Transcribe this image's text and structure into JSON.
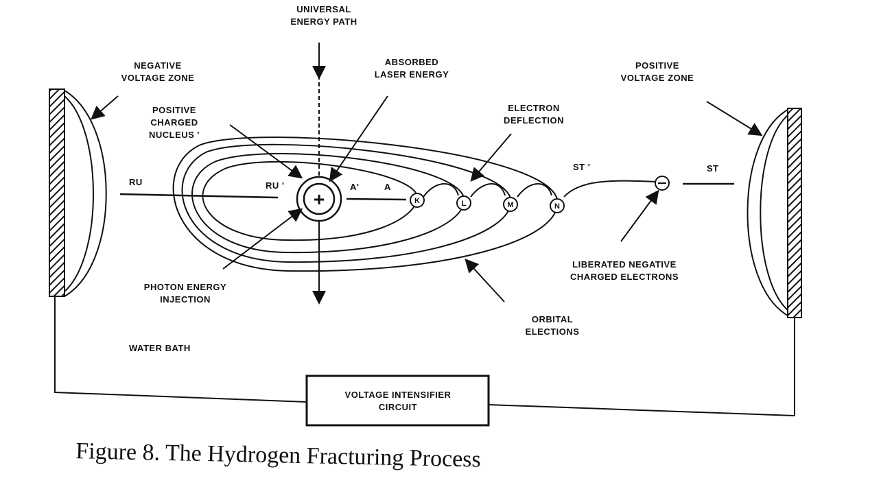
{
  "labels": {
    "universal_path": [
      "UNIVERSAL",
      "ENERGY PATH"
    ],
    "negative_zone": [
      "NEGATIVE",
      "VOLTAGE ZONE"
    ],
    "positive_zone": [
      "POSITIVE",
      "VOLTAGE ZONE"
    ],
    "absorbed_laser": [
      "ABSORBED",
      "LASER ENERGY"
    ],
    "positive_nucleus": [
      "POSITIVE",
      "CHARGED",
      "NUCLEUS '"
    ],
    "electron_deflection": [
      "ELECTRON",
      "DEFLECTION"
    ],
    "photon_injection": [
      "PHOTON ENERGY",
      "INJECTION"
    ],
    "liberated_electrons": [
      "LIBERATED NEGATIVE",
      "CHARGED ELECTRONS"
    ],
    "orbital_electrons": [
      "ORBITAL",
      "ELECTIONS"
    ],
    "water_bath": "WATER BATH",
    "circuit": [
      "VOLTAGE INTENSIFIER",
      "CIRCUIT"
    ]
  },
  "markers": {
    "left_line": "RU",
    "left_inner": "RU '",
    "a_prime": "A'",
    "a": "A",
    "st_prime": "ST '",
    "st": "ST",
    "nucleus_sign": "+"
  },
  "orbitals": [
    "K",
    "L",
    "M",
    "N"
  ],
  "free_electron": "⊖",
  "caption": "Figure 8. The Hydrogen Fracturing Process"
}
